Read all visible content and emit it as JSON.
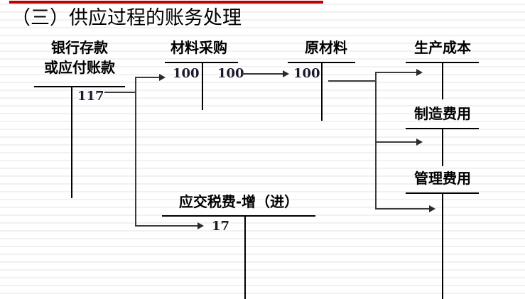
{
  "slide": {
    "title": "（三）供应过程的账务处理",
    "accent_color": "#c00000",
    "background_color": "#ffffff",
    "text_color": "#000000"
  },
  "accounts": [
    {
      "id": "bank-or-payable",
      "label_line1": "银行存款",
      "label_line2": "或应付账款",
      "debit_amount": "",
      "credit_amount": "117"
    },
    {
      "id": "material-purchase",
      "label_line1": "材料采购",
      "label_line2": "",
      "debit_amount": "100",
      "credit_amount": "100"
    },
    {
      "id": "raw-material",
      "label_line1": "原材料",
      "label_line2": "",
      "debit_amount": "100",
      "credit_amount": ""
    },
    {
      "id": "production-cost",
      "label_line1": "生产成本",
      "label_line2": "",
      "debit_amount": "",
      "credit_amount": ""
    },
    {
      "id": "manufacturing-overhead",
      "label_line1": "制造费用",
      "label_line2": "",
      "debit_amount": "",
      "credit_amount": ""
    },
    {
      "id": "administrative-expense",
      "label_line1": "管理费用",
      "label_line2": "",
      "debit_amount": "",
      "credit_amount": ""
    },
    {
      "id": "tax-payable-vat-input",
      "label_line1": "应交税费-增（进）",
      "label_line2": "",
      "debit_amount": "17",
      "credit_amount": ""
    }
  ],
  "flows": [
    {
      "id": "payable-to-material-purchase",
      "amount": "100"
    },
    {
      "id": "payable-to-vat-input",
      "amount": "17"
    },
    {
      "id": "material-purchase-to-raw-material",
      "amount": "100"
    },
    {
      "id": "raw-material-to-production-cost",
      "amount": ""
    },
    {
      "id": "raw-material-to-manufacturing-overhead",
      "amount": ""
    },
    {
      "id": "raw-material-to-administrative-expense",
      "amount": ""
    }
  ]
}
